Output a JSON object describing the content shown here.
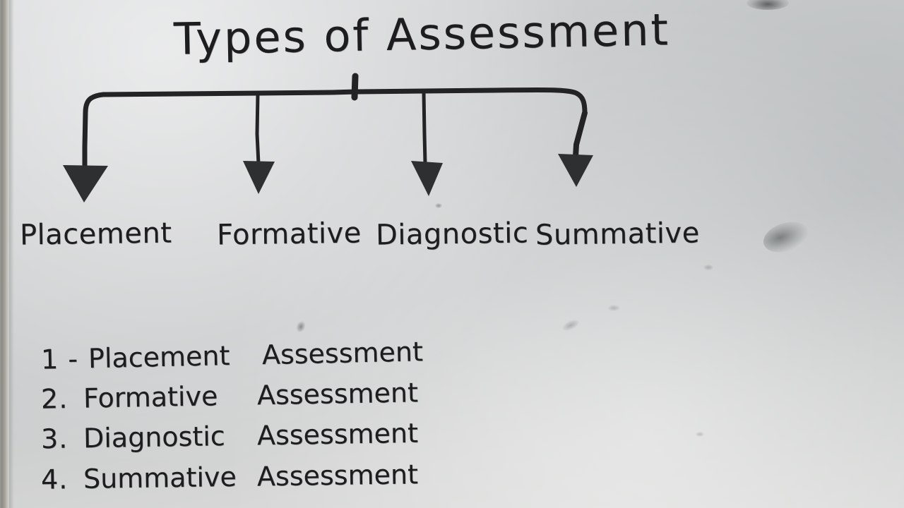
{
  "board": {
    "title": "Types of Assessment",
    "surface": "whiteboard",
    "ink_color": "#232326",
    "board_color": "#cdcfd0"
  },
  "diagram": {
    "type": "tree-branch",
    "root_label": "Types of Assessment",
    "branches": [
      {
        "label": "Placement",
        "arrow": "down-arrow-icon"
      },
      {
        "label": "Formative",
        "arrow": "down-arrow-icon"
      },
      {
        "label": "Diagnostic",
        "arrow": "down-arrow-icon"
      },
      {
        "label": "Summative",
        "arrow": "down-arrow-icon"
      }
    ]
  },
  "list": {
    "items": [
      {
        "number": "1 -",
        "kind": "Placement",
        "noun": "Assessment"
      },
      {
        "number": "2.",
        "kind": "Formative",
        "noun": "Assessment"
      },
      {
        "number": "3.",
        "kind": "Diagnostic",
        "noun": "Assessment"
      },
      {
        "number": "4.",
        "kind": "Summative",
        "noun": "Assessment"
      }
    ]
  }
}
